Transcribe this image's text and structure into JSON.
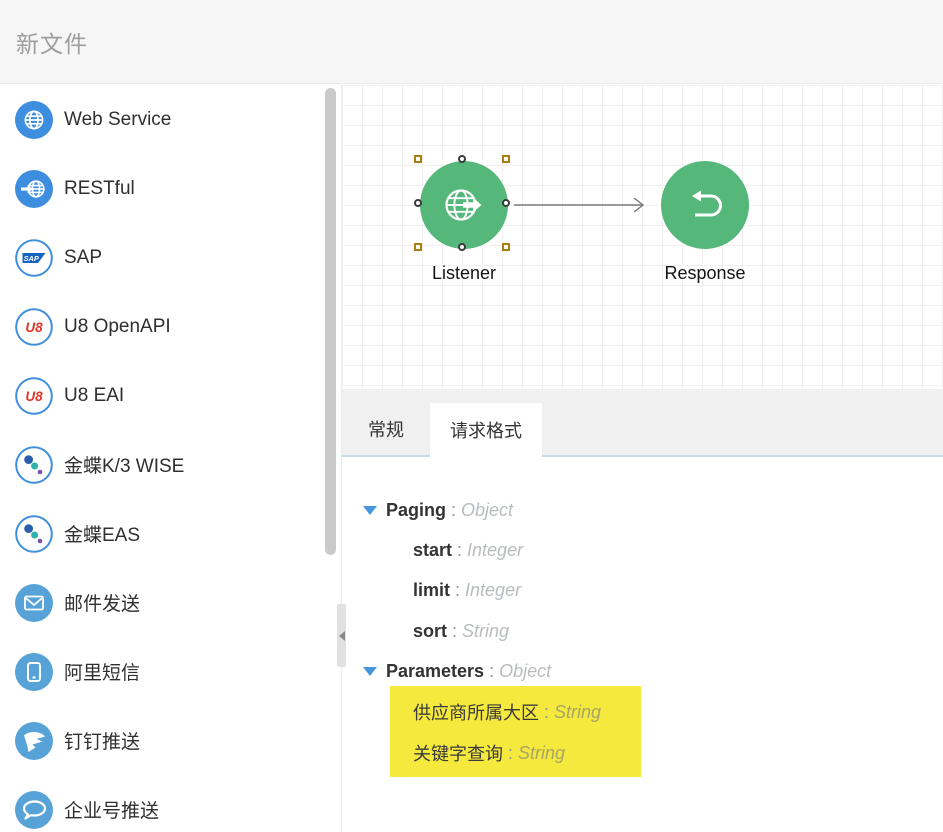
{
  "header": {
    "title": "新文件"
  },
  "sidebar": {
    "items": [
      {
        "label": "Web Service",
        "icon": "globe-icon"
      },
      {
        "label": "RESTful",
        "icon": "globe-arrow-icon"
      },
      {
        "label": "SAP",
        "icon": "sap-logo-icon"
      },
      {
        "label": "U8 OpenAPI",
        "icon": "u8-logo-icon"
      },
      {
        "label": "U8 EAI",
        "icon": "u8-logo-icon"
      },
      {
        "label": "金蝶K/3 WISE",
        "icon": "kingdee-dots-icon"
      },
      {
        "label": "金蝶EAS",
        "icon": "kingdee-dots-icon"
      },
      {
        "label": "邮件发送",
        "icon": "mail-icon"
      },
      {
        "label": "阿里短信",
        "icon": "mobile-icon"
      },
      {
        "label": "钉钉推送",
        "icon": "dingtalk-wing-icon"
      },
      {
        "label": "企业号推送",
        "icon": "chat-bubble-icon"
      }
    ]
  },
  "canvas": {
    "nodes": [
      {
        "label": "Listener",
        "icon": "globe-arrow-icon",
        "selected": true
      },
      {
        "label": "Response",
        "icon": "return-arrow-icon",
        "selected": false
      }
    ]
  },
  "panel": {
    "tabs": [
      {
        "label": "常规",
        "active": false
      },
      {
        "label": "请求格式",
        "active": true
      }
    ],
    "separator": " : ",
    "tree": [
      {
        "name": "Paging",
        "type": "Object",
        "level": 0,
        "expanded": true,
        "highlighted": false
      },
      {
        "name": "start",
        "type": "Integer",
        "level": 1,
        "highlighted": false
      },
      {
        "name": "limit",
        "type": "Integer",
        "level": 1,
        "highlighted": false
      },
      {
        "name": "sort",
        "type": "String",
        "level": 1,
        "highlighted": false
      },
      {
        "name": "Parameters",
        "type": "Object",
        "level": 0,
        "expanded": true,
        "highlighted": false
      },
      {
        "name": "供应商所属大区",
        "type": "String",
        "level": 1,
        "highlighted": true
      },
      {
        "name": "关键字查询",
        "type": "String",
        "level": 1,
        "highlighted": true
      }
    ]
  },
  "colors": {
    "node_green": "#55b87a",
    "icon_blue": "#3e8ee0",
    "icon_blue_light": "#57a3d8",
    "highlight_yellow": "#f5e93e",
    "handle_gold": "#aa7d15",
    "expander_blue": "#4596dd",
    "tab_underline": "#ccd9e8"
  }
}
